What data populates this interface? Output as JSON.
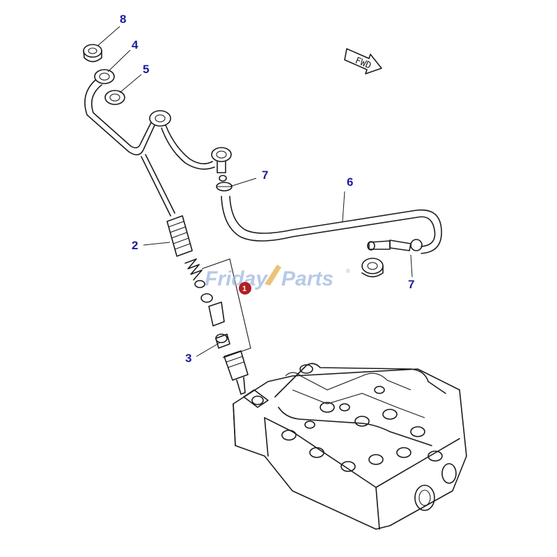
{
  "diagram": {
    "callouts": {
      "part_8": "8",
      "part_4": "4",
      "part_5": "5",
      "part_7_top": "7",
      "part_6": "6",
      "part_2": "2",
      "part_3": "3",
      "part_7_right": "7"
    },
    "direction_arrow": {
      "label": "FWD"
    },
    "highlight_marker": {
      "label": "1",
      "color": "#b01e23"
    },
    "watermark": {
      "text_part1": "Friday",
      "text_part2": "Parts",
      "symbol": "®"
    },
    "colors": {
      "callout": "#1b1b9a",
      "linework": "#1a1a1a"
    }
  }
}
